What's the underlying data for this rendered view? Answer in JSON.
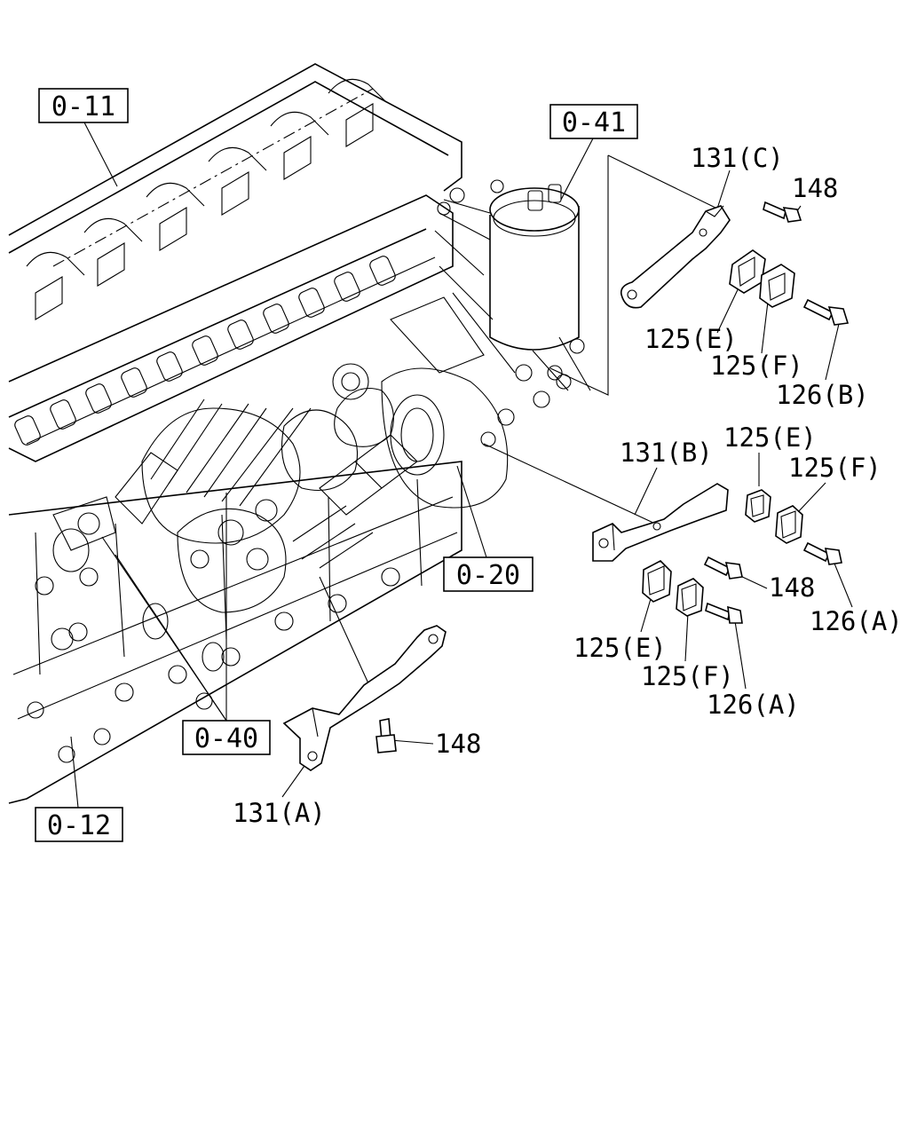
{
  "reference_boxes": {
    "ref_0_11": "0-11",
    "ref_0_41": "0-41",
    "ref_0_20": "0-20",
    "ref_0_40": "0-40",
    "ref_0_12": "0-12"
  },
  "callouts": {
    "c131c": "131(C)",
    "c148_top": "148",
    "c125e_top": "125(E)",
    "c125f_top": "125(F)",
    "c126b": "126(B)",
    "c131b": "131(B)",
    "c125e_mid": "125(E)",
    "c125f_mid": "125(F)",
    "c148_mid": "148",
    "c126a_right": "126(A)",
    "c125e_low": "125(E)",
    "c125f_low": "125(F)",
    "c126a_low": "126(A)",
    "c148_low": "148",
    "c131a": "131(A)"
  }
}
